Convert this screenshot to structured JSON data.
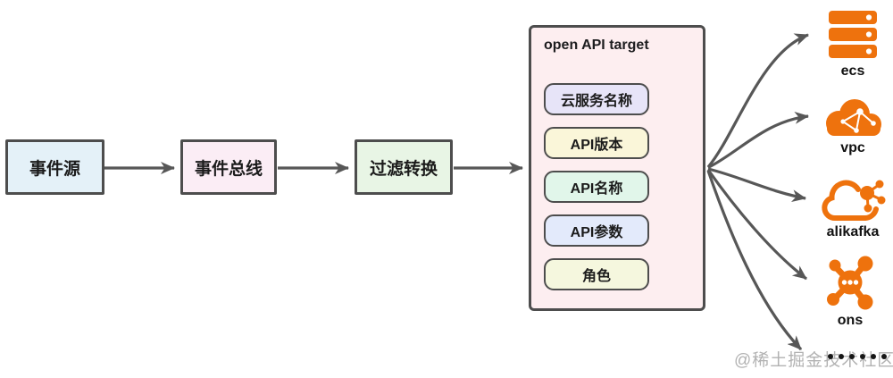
{
  "diagram": {
    "flow_nodes": [
      {
        "label": "事件源",
        "fill": "#e4f1f8"
      },
      {
        "label": "事件总线",
        "fill": "#fbedf5"
      },
      {
        "label": "过滤转换",
        "fill": "#e8f5e5"
      }
    ],
    "target_group": {
      "title": "open API target",
      "fill": "#fdeef0",
      "fields": [
        {
          "label": "云服务名称",
          "fill": "#e7e4f8"
        },
        {
          "label": "API版本",
          "fill": "#faf6d9"
        },
        {
          "label": "API名称",
          "fill": "#e1f6ea"
        },
        {
          "label": "API参数",
          "fill": "#e3eafb"
        },
        {
          "label": "角色",
          "fill": "#f5f7de"
        }
      ]
    },
    "services": [
      {
        "label": "ecs",
        "icon": "ecs-server-stack-icon"
      },
      {
        "label": "vpc",
        "icon": "vpc-cloud-network-icon"
      },
      {
        "label": "alikafka",
        "icon": "alikafka-cloud-hub-icon"
      },
      {
        "label": "ons",
        "icon": "ons-molecule-icon"
      }
    ],
    "more_indicator": "ellipsis-dots",
    "colors": {
      "service_orange": "#ee720d",
      "arrow_gray": "#575757",
      "border_gray": "#4d4d4d"
    }
  },
  "watermark": "@稀土掘金技术社区"
}
